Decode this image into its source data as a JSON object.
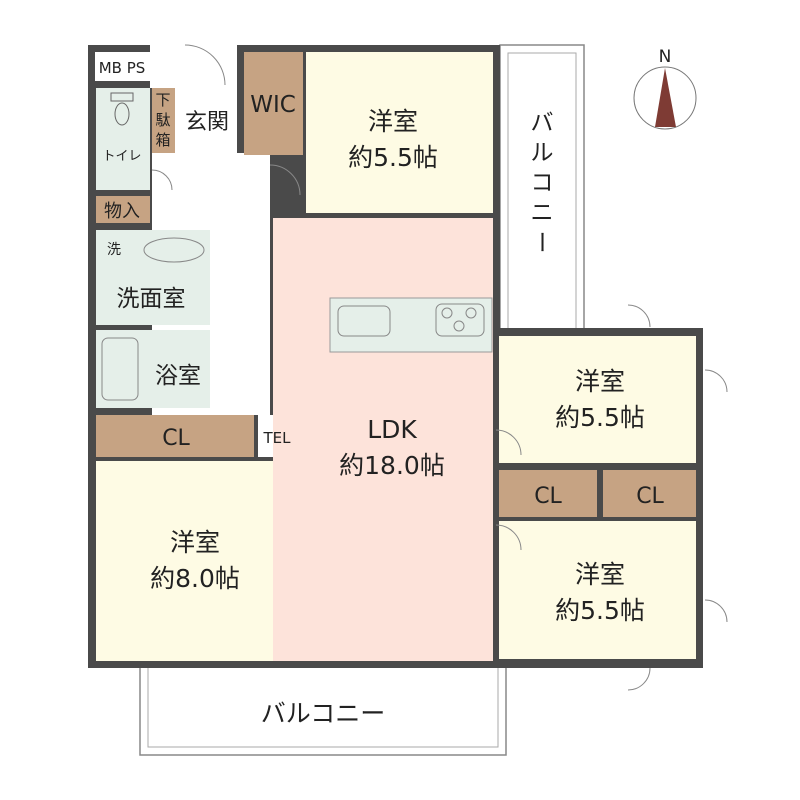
{
  "colors": {
    "wall": "#4a4a4a",
    "western_room": "#fefbe4",
    "ldk": "#fde3da",
    "wet_area": "#e5efe9",
    "storage": "#c6a383",
    "compass_needle": "#7e3b34"
  },
  "compass": {
    "label": "N"
  },
  "rooms": {
    "mbps": "MB PS",
    "toilet": "トイレ",
    "shoe_box": [
      "下",
      "駄",
      "箱"
    ],
    "entrance": "玄関",
    "wic": "WIC",
    "bedroom_north": {
      "name": "洋室",
      "size": "約5.5帖"
    },
    "storage": "物入",
    "washer": "洗",
    "washroom": "洗面室",
    "bathroom": "浴室",
    "closet_west": "CL",
    "tel": "TEL",
    "bedroom_west": {
      "name": "洋室",
      "size": "約8.0帖"
    },
    "ldk": {
      "name": "LDK",
      "size": "約18.0帖"
    },
    "balcony_east": [
      "バ",
      "ル",
      "コ",
      "ニ",
      "ー"
    ],
    "bedroom_east1": {
      "name": "洋室",
      "size": "約5.5帖"
    },
    "closet_east1": "CL",
    "closet_east2": "CL",
    "bedroom_east2": {
      "name": "洋室",
      "size": "約5.5帖"
    },
    "balcony_south": "バルコニー"
  }
}
